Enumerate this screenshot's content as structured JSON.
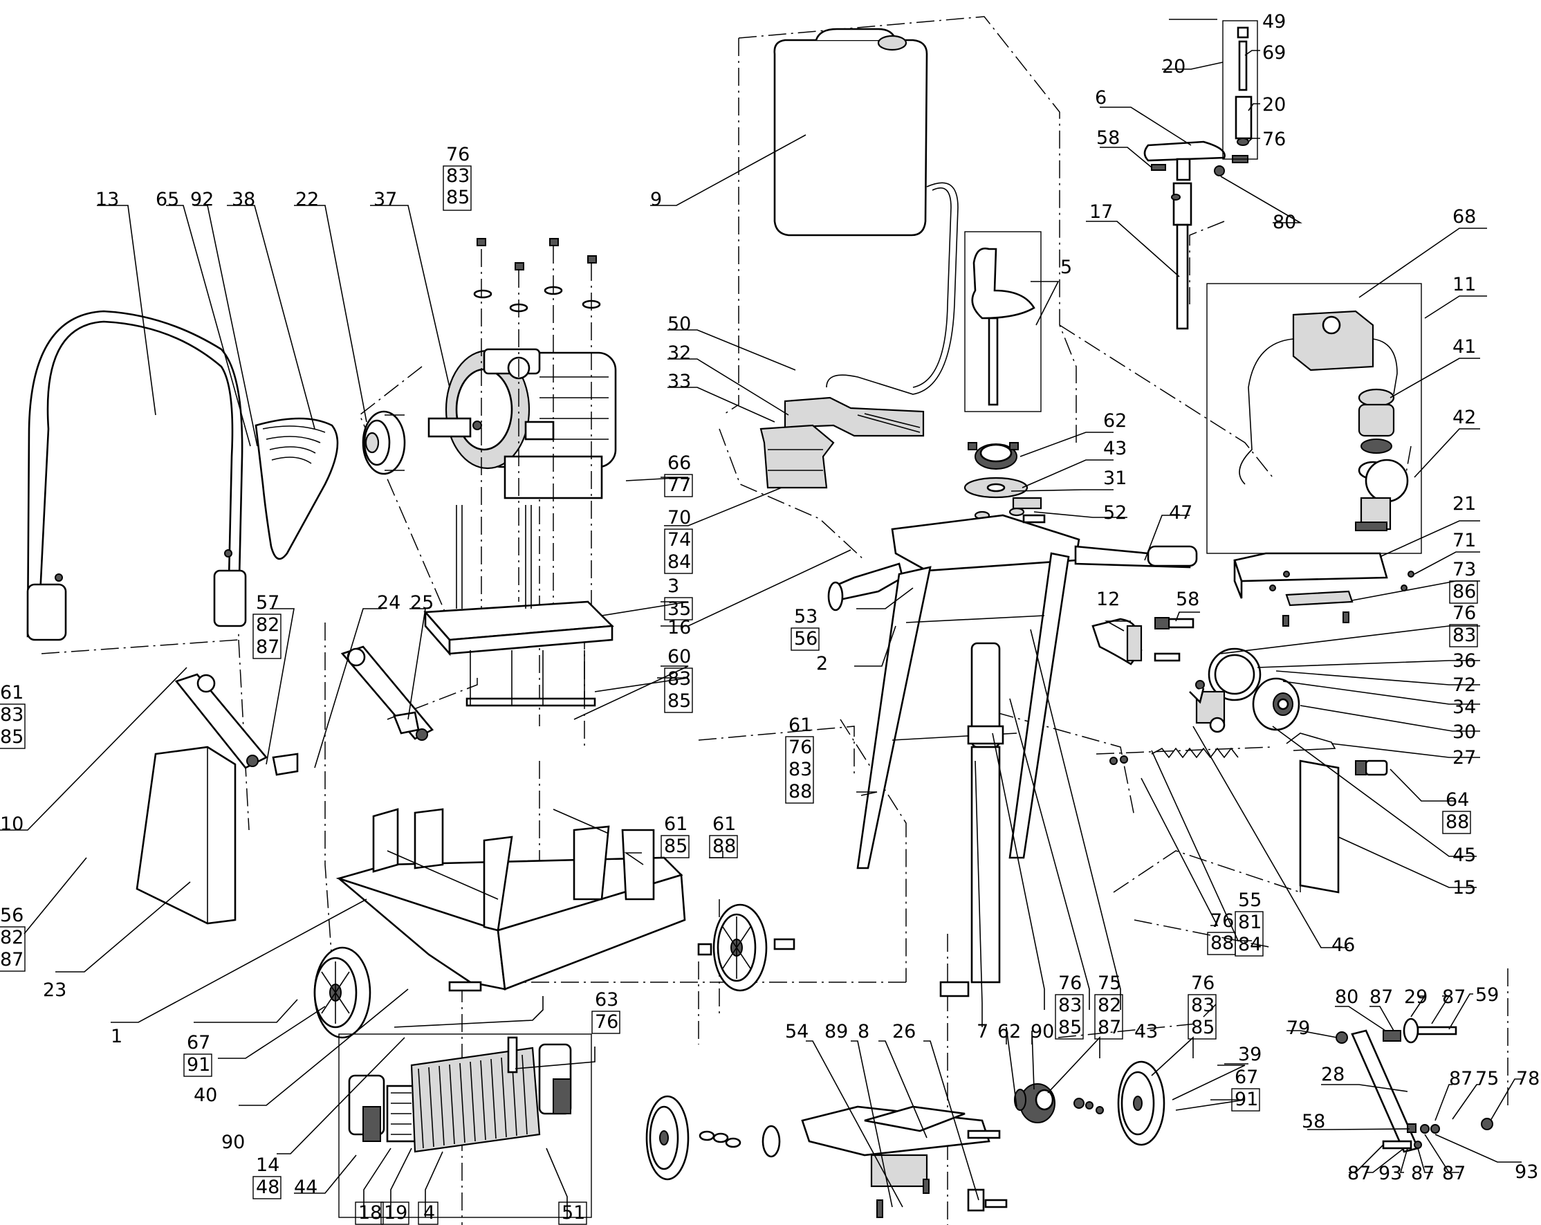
{
  "title": "",
  "part_labels": [
    {
      "text": "13"
    },
    {
      "text": "65"
    },
    {
      "text": "92"
    },
    {
      "text": "38"
    },
    {
      "text": "22"
    },
    {
      "text": "37"
    },
    {
      "text": "76"
    },
    {
      "text": "83"
    },
    {
      "text": "85"
    },
    {
      "text": "9"
    },
    {
      "text": "50"
    },
    {
      "text": "32"
    },
    {
      "text": "33"
    },
    {
      "text": "66"
    },
    {
      "text": "77"
    },
    {
      "text": "70"
    },
    {
      "text": "74"
    },
    {
      "text": "84"
    },
    {
      "text": "3"
    },
    {
      "text": "35"
    },
    {
      "text": "16"
    },
    {
      "text": "60"
    },
    {
      "text": "83"
    },
    {
      "text": "85"
    },
    {
      "text": "57"
    },
    {
      "text": "82"
    },
    {
      "text": "87"
    },
    {
      "text": "24"
    },
    {
      "text": "25"
    },
    {
      "text": "61"
    },
    {
      "text": "83"
    },
    {
      "text": "85"
    },
    {
      "text": "10"
    },
    {
      "text": "56"
    },
    {
      "text": "82"
    },
    {
      "text": "87"
    },
    {
      "text": "23"
    },
    {
      "text": "61"
    },
    {
      "text": "85"
    },
    {
      "text": "61"
    },
    {
      "text": "88"
    },
    {
      "text": "1"
    },
    {
      "text": "67"
    },
    {
      "text": "91"
    },
    {
      "text": "40"
    },
    {
      "text": "90"
    },
    {
      "text": "14"
    },
    {
      "text": "48"
    },
    {
      "text": "63"
    },
    {
      "text": "76"
    },
    {
      "text": "44"
    },
    {
      "text": "18"
    },
    {
      "text": "19"
    },
    {
      "text": "4"
    },
    {
      "text": "51"
    },
    {
      "text": "49"
    },
    {
      "text": "20"
    },
    {
      "text": "69"
    },
    {
      "text": "20"
    },
    {
      "text": "6"
    },
    {
      "text": "58"
    },
    {
      "text": "76"
    },
    {
      "text": "80"
    },
    {
      "text": "17"
    },
    {
      "text": "5"
    },
    {
      "text": "68"
    },
    {
      "text": "11"
    },
    {
      "text": "41"
    },
    {
      "text": "42"
    },
    {
      "text": "62"
    },
    {
      "text": "43"
    },
    {
      "text": "31"
    },
    {
      "text": "52"
    },
    {
      "text": "47"
    },
    {
      "text": "21"
    },
    {
      "text": "71"
    },
    {
      "text": "73"
    },
    {
      "text": "86"
    },
    {
      "text": "53"
    },
    {
      "text": "56"
    },
    {
      "text": "2"
    },
    {
      "text": "61"
    },
    {
      "text": "76"
    },
    {
      "text": "83"
    },
    {
      "text": "88"
    },
    {
      "text": "12"
    },
    {
      "text": "58"
    },
    {
      "text": "76"
    },
    {
      "text": "83"
    },
    {
      "text": "36"
    },
    {
      "text": "72"
    },
    {
      "text": "34"
    },
    {
      "text": "30"
    },
    {
      "text": "27"
    },
    {
      "text": "64"
    },
    {
      "text": "88"
    },
    {
      "text": "45"
    },
    {
      "text": "15"
    },
    {
      "text": "76"
    },
    {
      "text": "88"
    },
    {
      "text": "55"
    },
    {
      "text": "81"
    },
    {
      "text": "84"
    },
    {
      "text": "46"
    },
    {
      "text": "76"
    },
    {
      "text": "83"
    },
    {
      "text": "85"
    },
    {
      "text": "75"
    },
    {
      "text": "82"
    },
    {
      "text": "87"
    },
    {
      "text": "7"
    },
    {
      "text": "62"
    },
    {
      "text": "90"
    },
    {
      "text": "43"
    },
    {
      "text": "76"
    },
    {
      "text": "83"
    },
    {
      "text": "85"
    },
    {
      "text": "54"
    },
    {
      "text": "89"
    },
    {
      "text": "8"
    },
    {
      "text": "26"
    },
    {
      "text": "39"
    },
    {
      "text": "67"
    },
    {
      "text": "91"
    },
    {
      "text": "80"
    },
    {
      "text": "87"
    },
    {
      "text": "29"
    },
    {
      "text": "87"
    },
    {
      "text": "59"
    },
    {
      "text": "79"
    },
    {
      "text": "28"
    },
    {
      "text": "87"
    },
    {
      "text": "75"
    },
    {
      "text": "78"
    },
    {
      "text": "58"
    },
    {
      "text": "93"
    },
    {
      "text": "87"
    },
    {
      "text": "93"
    },
    {
      "text": "87"
    },
    {
      "text": "87"
    }
  ]
}
